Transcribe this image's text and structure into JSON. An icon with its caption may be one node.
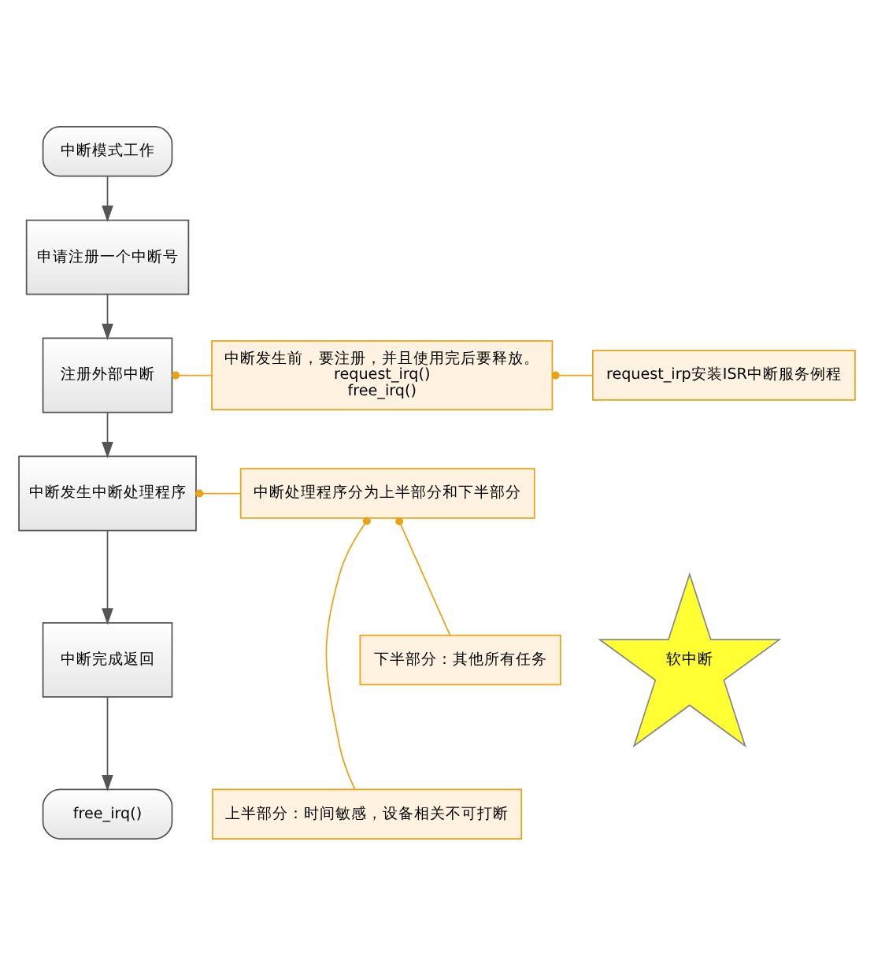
{
  "diagram": {
    "nodes": [
      {
        "text": [
          "中断模式工作"
        ]
      },
      {
        "text": [
          "申请注册一个中断号"
        ]
      },
      {
        "text": [
          "注册外部中断"
        ]
      },
      {
        "text": [
          "中断发生中断处理程序"
        ]
      },
      {
        "text": [
          "中断完成返回"
        ]
      },
      {
        "text": [
          "free_irq()"
        ]
      },
      {
        "text": [
          "中断发生前，要注册，并且使用完后要释放。",
          "request_irq()",
          "free_irq()"
        ]
      },
      {
        "text": [
          "request_irp安装ISR中断服务例程"
        ]
      },
      {
        "text": [
          "中断处理程序分为上半部分和下半部分"
        ]
      },
      {
        "text": [
          "上半部分：时间敏感，设备相关不可打断"
        ]
      },
      {
        "text": [
          "下半部分：其他所有任务"
        ]
      },
      {
        "text": [
          "软中断"
        ]
      }
    ],
    "edges": [
      {
        "from": 0,
        "to": 1,
        "arrow": "to"
      },
      {
        "from": 1,
        "to": 2,
        "arrow": "to"
      },
      {
        "from": 2,
        "to": 3,
        "arrow": "to"
      },
      {
        "from": 3,
        "to": 4,
        "arrow": "to"
      },
      {
        "from": 4,
        "to": 5,
        "arrow": "to"
      },
      {
        "from": 2,
        "to": 6,
        "arrow": "other",
        "color": "#e8a317"
      },
      {
        "from": 6,
        "to": 7,
        "arrow": "other",
        "color": "#e8a317"
      },
      {
        "from": 3,
        "to": 8,
        "arrow": "other",
        "color": "#e8a317"
      },
      {
        "from": 8,
        "to": 9,
        "arrow": "other",
        "color": "#e8a317"
      },
      {
        "from": 8,
        "to": 10,
        "arrow": "other",
        "color": "#e8a317"
      }
    ]
  }
}
